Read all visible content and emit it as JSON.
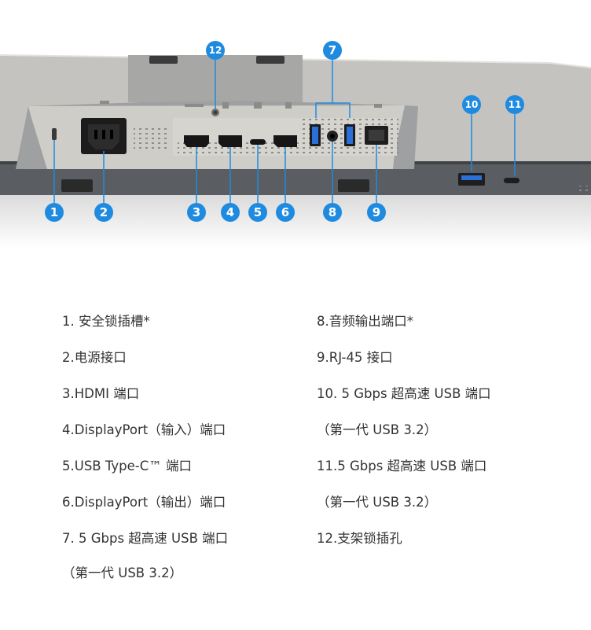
{
  "colors": {
    "badge": "#1e8be0",
    "leader": "#1e8be0",
    "text": "#333333",
    "panel_back": "#9ea0a2",
    "panel_front": "#c9c8c4",
    "bezel": "#5a5d62",
    "port_black": "#161616",
    "usb_blue": "#2b6fd8"
  },
  "callouts": [
    "1",
    "2",
    "3",
    "4",
    "5",
    "6",
    "7",
    "8",
    "9",
    "10",
    "11",
    "12"
  ],
  "legend": {
    "item1": "1. 安全锁插槽*",
    "item2": "2.电源接口",
    "item3": "3.HDMI 端口",
    "item4": "4.DisplayPort（输入）端口",
    "item5": "5.USB Type-C™ 端口",
    "item6": "6.DisplayPort（输出）端口",
    "item7": "7. 5 Gbps 超高速 USB 端口",
    "item7b": "（第一代 USB 3.2）",
    "item8": "8.音频输出端口*",
    "item9": "9.RJ-45 接口",
    "item10": "10. 5 Gbps 超高速 USB 端口",
    "item10b": "（第一代 USB 3.2）",
    "item11": "11.5 Gbps 超高速 USB 端口",
    "item11b": "（第一代 USB 3.2）",
    "item12": "12.支架锁插孔"
  }
}
